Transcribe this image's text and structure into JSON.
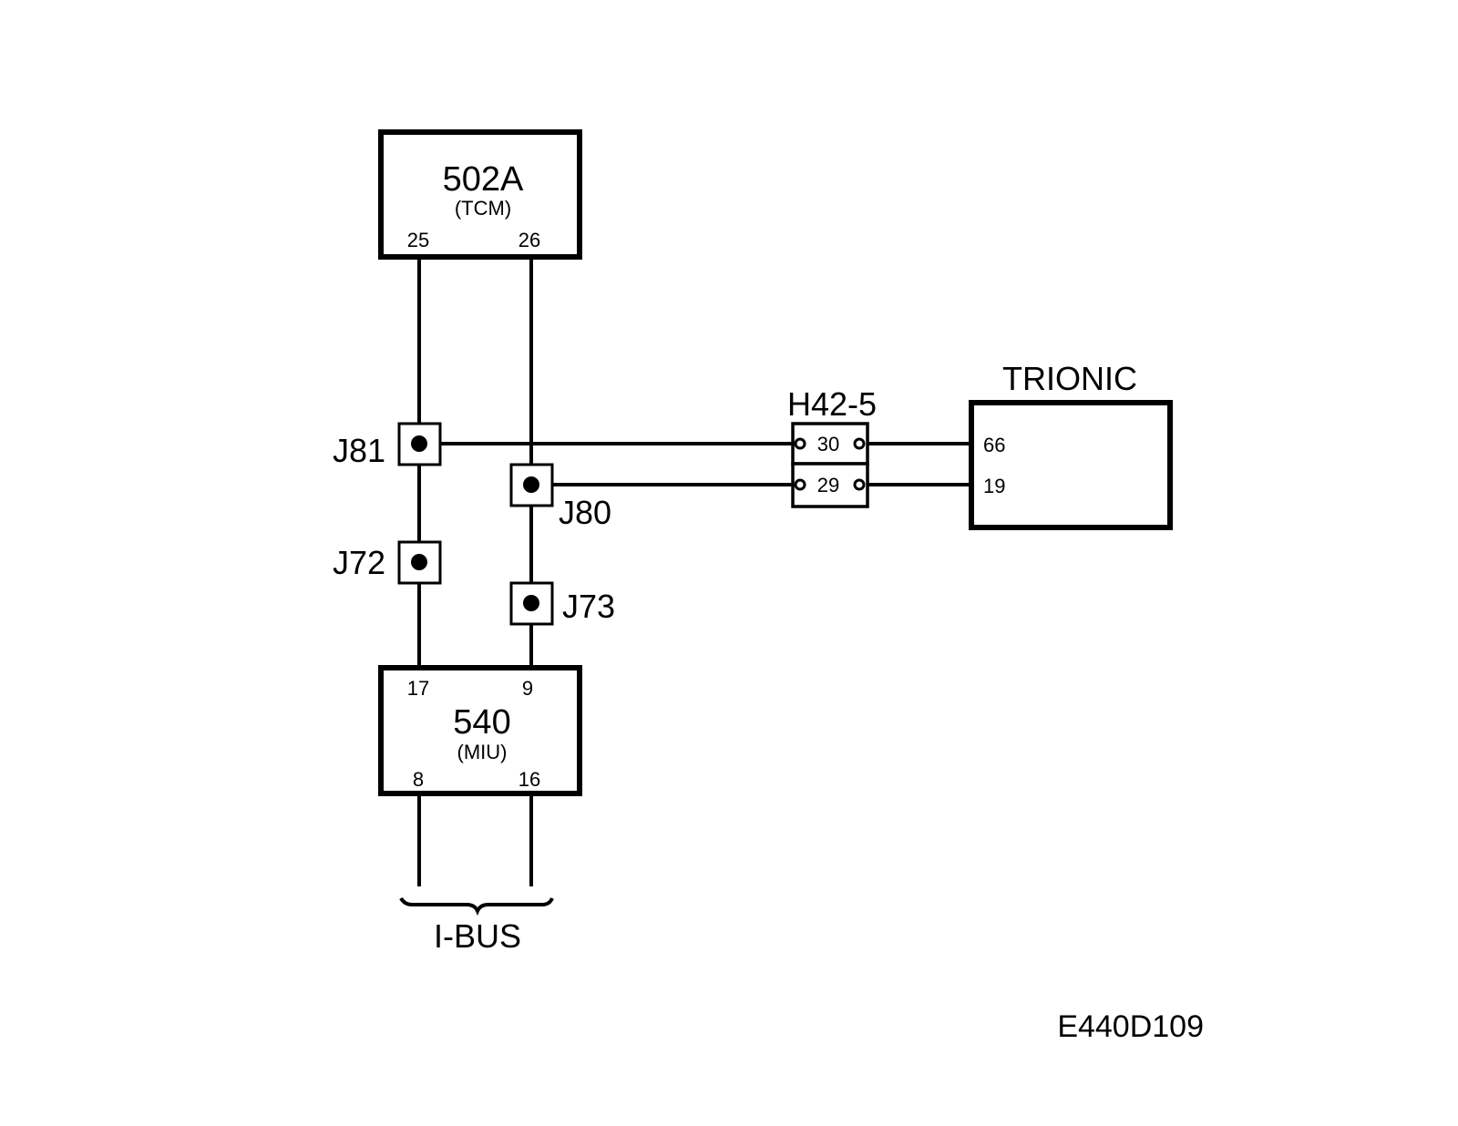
{
  "diagram": {
    "tcm": {
      "id": "502A",
      "subtitle": "(TCM)",
      "pin_left": "25",
      "pin_right": "26"
    },
    "miu": {
      "id": "540",
      "subtitle": "(MIU)",
      "pin_top_left": "17",
      "pin_top_right": "9",
      "pin_bottom_left": "8",
      "pin_bottom_right": "16"
    },
    "trionic": {
      "title": "TRIONIC",
      "pin_upper": "66",
      "pin_lower": "19"
    },
    "connector": {
      "id": "H42-5",
      "pin_upper": "30",
      "pin_lower": "29"
    },
    "junctions": {
      "j81": "J81",
      "j80": "J80",
      "j72": "J72",
      "j73": "J73"
    },
    "bus_label": "I-BUS",
    "figure_code": "E440D109"
  }
}
